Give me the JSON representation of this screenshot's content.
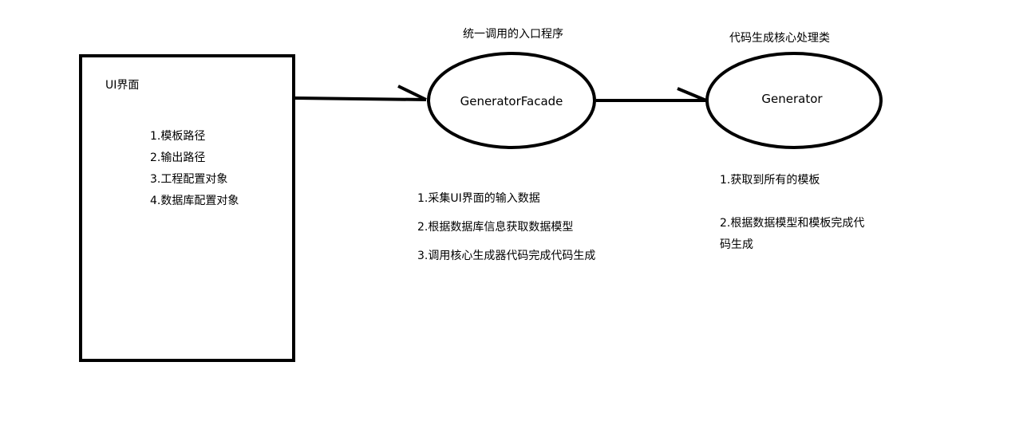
{
  "ui_box": {
    "title": "UI界面",
    "items": [
      "1.模板路径",
      "2.输出路径",
      "3.工程配置对象",
      "4.数据库配置对象"
    ]
  },
  "facade": {
    "caption": "统一调用的入口程序",
    "label": "GeneratorFacade",
    "notes": [
      "1.采集UI界面的输入数据",
      "2.根据数据库信息获取数据模型",
      "3.调用核心生成器代码完成代码生成"
    ]
  },
  "generator": {
    "caption": "代码生成核心处理类",
    "label": "Generator",
    "notes": [
      "1.获取到所有的模板",
      "2.根据数据模型和模板完成代",
      "码生成"
    ]
  },
  "colors": {
    "stroke": "#000000",
    "background": "#ffffff"
  }
}
